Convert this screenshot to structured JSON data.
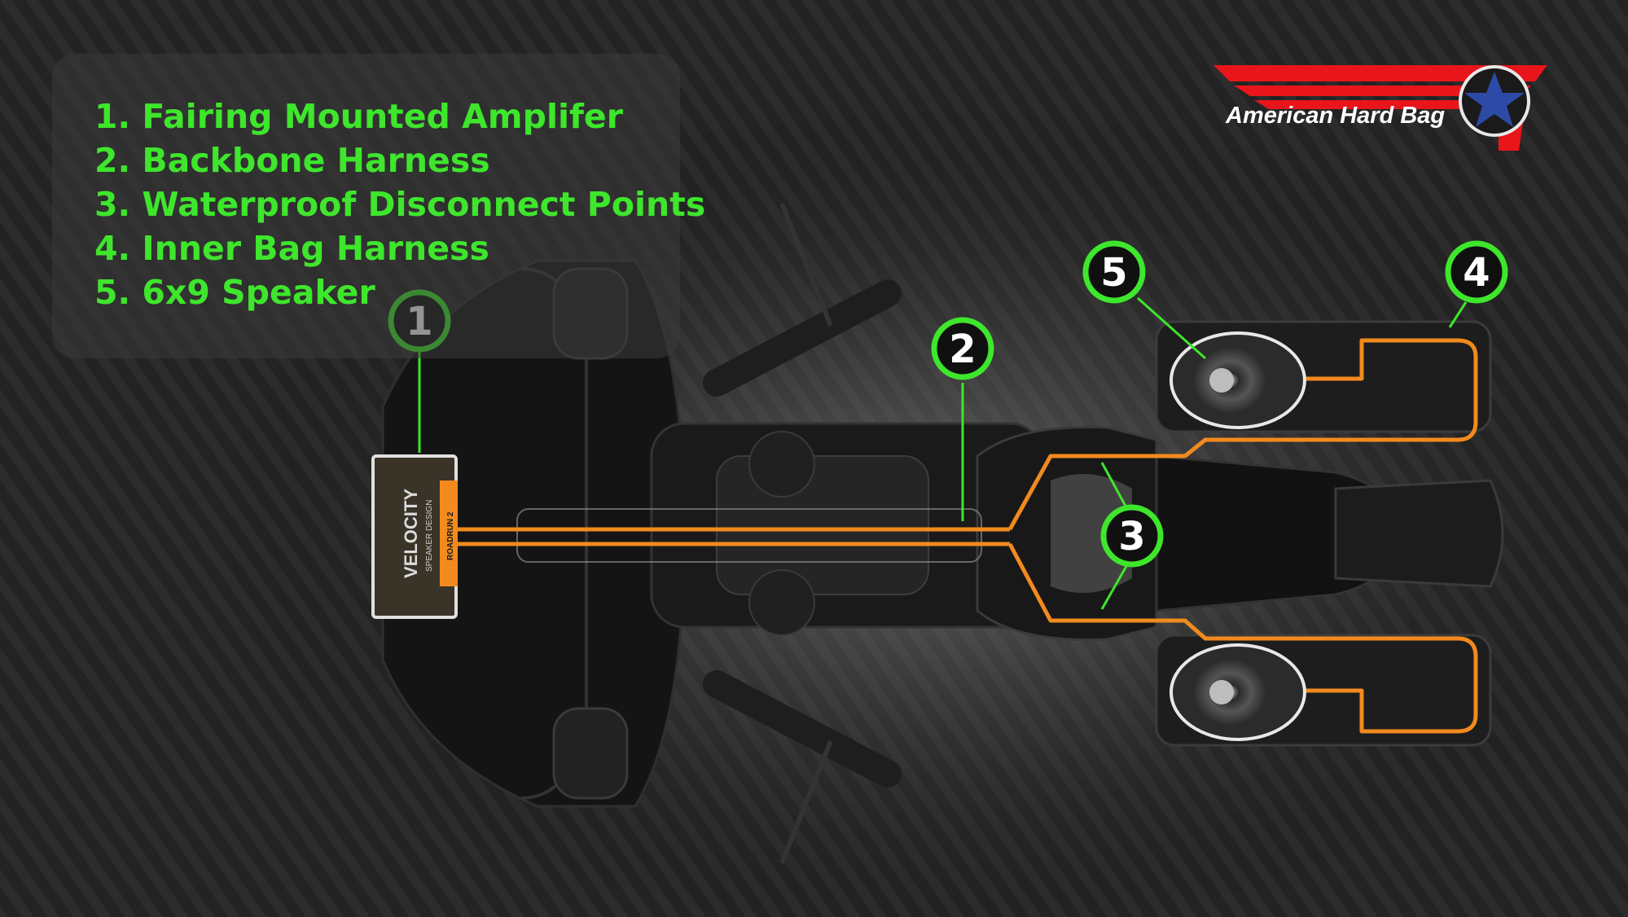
{
  "legend": {
    "items": [
      {
        "label": "1. Fairing Mounted Amplifer"
      },
      {
        "label": "2. Backbone Harness"
      },
      {
        "label": "3. Waterproof Disconnect Points"
      },
      {
        "label": "4. Inner Bag Harness"
      },
      {
        "label": "5. 6x9 Speaker"
      }
    ]
  },
  "brand": {
    "name": "American Hard Bag"
  },
  "amplifier": {
    "brand": "VELOCITY",
    "sub": "SPEAKER DESIGN",
    "model": "ROADRUN 2"
  },
  "callouts": [
    {
      "number": "1"
    },
    {
      "number": "2"
    },
    {
      "number": "3"
    },
    {
      "number": "4"
    },
    {
      "number": "5"
    }
  ],
  "colors": {
    "accent_green": "#3ee62c",
    "harness_orange": "#f28a1e",
    "brand_red": "#e8151b",
    "brand_blue": "#2c4aa6"
  }
}
